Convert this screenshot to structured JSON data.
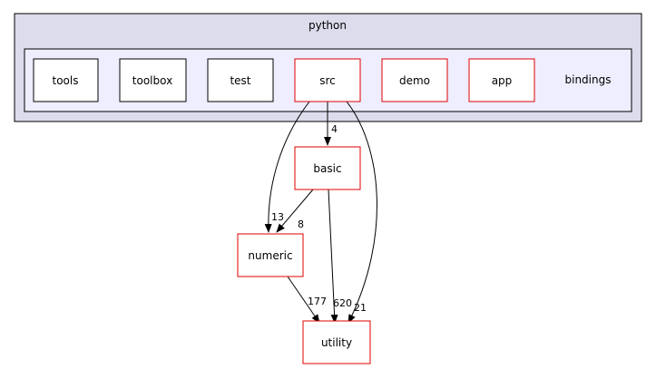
{
  "clusters": {
    "outer": {
      "label": "python"
    },
    "inner": {
      "label": "bindings"
    }
  },
  "nodes": {
    "tools": {
      "label": "tools",
      "border": "#000000"
    },
    "toolbox": {
      "label": "toolbox",
      "border": "#000000"
    },
    "test": {
      "label": "test",
      "border": "#000000"
    },
    "src": {
      "label": "src",
      "border": "#e00000"
    },
    "demo": {
      "label": "demo",
      "border": "#e00000"
    },
    "app": {
      "label": "app",
      "border": "#e00000"
    },
    "basic": {
      "label": "basic",
      "border": "#e00000"
    },
    "numeric": {
      "label": "numeric",
      "border": "#e00000"
    },
    "utility": {
      "label": "utility",
      "border": "#e00000"
    }
  },
  "edges": [
    {
      "from": "src",
      "to": "basic",
      "label": "4"
    },
    {
      "from": "src",
      "to": "numeric",
      "label": "13"
    },
    {
      "from": "src",
      "to": "utility",
      "label": "21"
    },
    {
      "from": "basic",
      "to": "numeric",
      "label": "8"
    },
    {
      "from": "basic",
      "to": "utility",
      "label": "620"
    },
    {
      "from": "numeric",
      "to": "utility",
      "label": "177"
    }
  ],
  "colors": {
    "outer_fill": "#dcdcec",
    "inner_fill": "#eeeeff",
    "cluster_stroke": "#000000",
    "edge": "#000000"
  }
}
